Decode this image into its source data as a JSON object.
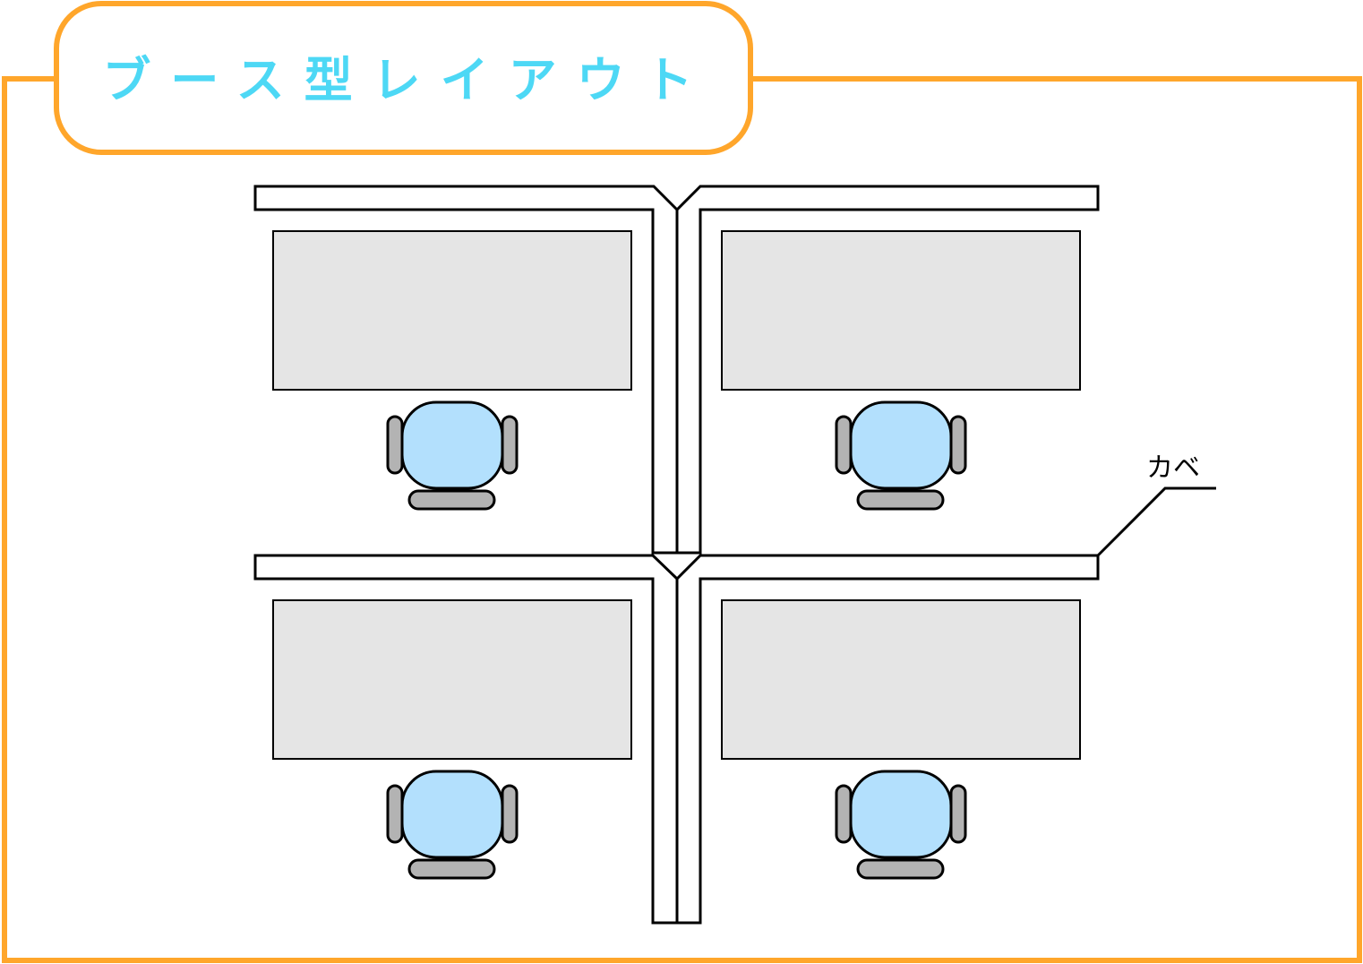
{
  "title": "ブース型レイアウト",
  "wall_label": "カベ",
  "colors": {
    "frame": "#FFA62B",
    "title_text": "#4DD8F5",
    "desk": "#E5E5E5",
    "seat": "#B3E0FD",
    "chair_parts": "#B3B3B3"
  },
  "booths": [
    {
      "id": "top-left"
    },
    {
      "id": "top-right"
    },
    {
      "id": "bottom-left"
    },
    {
      "id": "bottom-right"
    }
  ]
}
